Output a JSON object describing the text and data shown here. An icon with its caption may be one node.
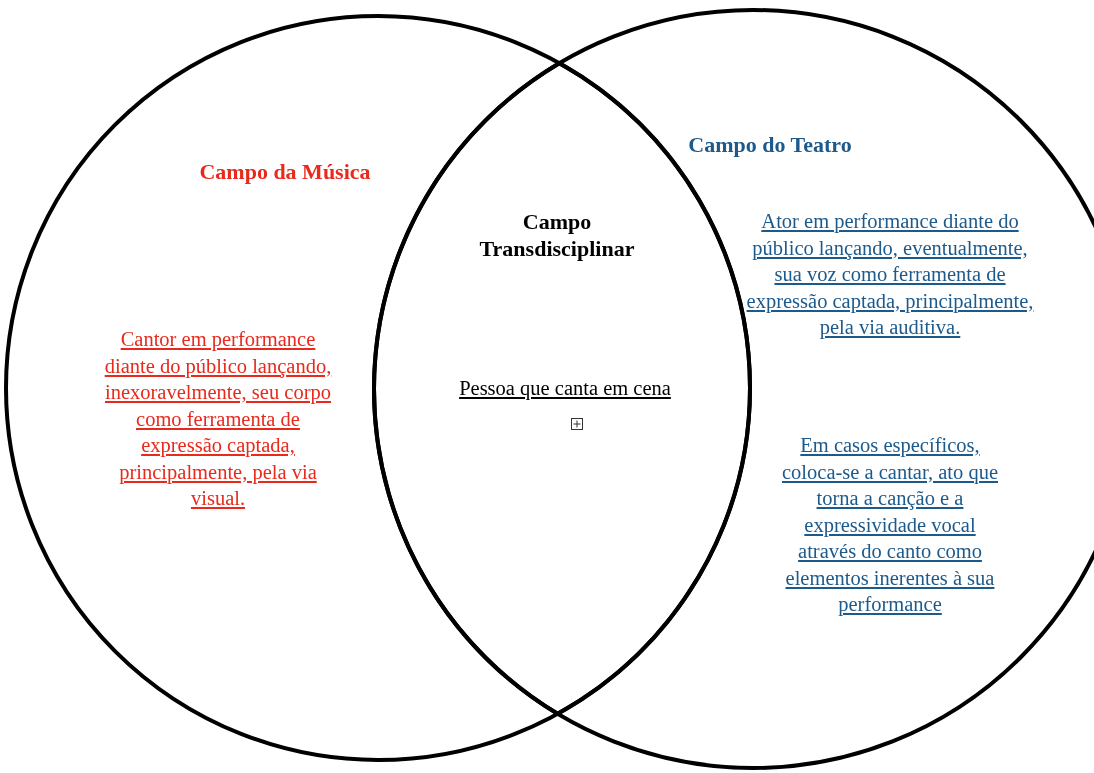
{
  "diagram": {
    "nodes": [
      {
        "text": [
          "Campo da Música",
          "Cantor em performance diante do público lançando, inexoravelmente, seu corpo como ferramenta de expressão captada, principalmente, pela via visual."
        ]
      },
      {
        "text": [
          "Campo do Teatro",
          "Ator em performance diante do público lançando, eventualmente, sua voz como ferramenta de expressão captada, principalmente, pela via auditiva.",
          "Em casos específicos, coloca-se a cantar, ato que torna a canção e a expressividade vocal através do canto como elementos inerentes à sua performance"
        ]
      },
      {
        "text": [
          "Campo Transdisciplinar",
          "Pessoa que canta em cena"
        ]
      }
    ],
    "edges": []
  }
}
